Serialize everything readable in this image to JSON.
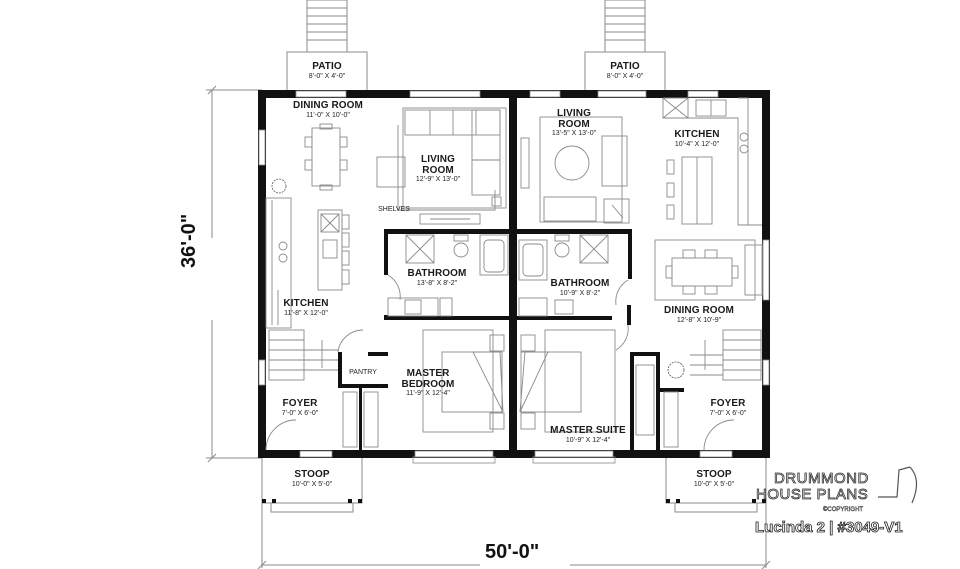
{
  "plan": {
    "name": "Lucinda 2",
    "number": "#3049-V1",
    "title_line": "Lucinda 2 | #3049-V1",
    "overall_width": "50'-0\"",
    "overall_depth": "36'-0\""
  },
  "brand": {
    "line1": "DRUMMOND",
    "line2": "HOUSE PLANS",
    "copyright": "©COPYRIGHT"
  },
  "left_unit": {
    "patio": {
      "name": "PATIO",
      "dim": "8'-0\" X 4'-0\""
    },
    "dining": {
      "name": "DINING ROOM",
      "dim": "11'-0\" X 10'-0\""
    },
    "living": {
      "name1": "LIVING",
      "name2": "ROOM",
      "dim": "12'-9\" X 13'-0\""
    },
    "shelves": "SHELVES",
    "bathroom": {
      "name": "BATHROOM",
      "dim": "13'-8\" X 8'-2\""
    },
    "kitchen": {
      "name": "KITCHEN",
      "dim": "11'-8\" X 12'-0\""
    },
    "pantry": "PANTRY",
    "master": {
      "name1": "MASTER",
      "name2": "BEDROOM",
      "dim": "11'-9\" X 12'-4\""
    },
    "foyer": {
      "name": "FOYER",
      "dim": "7'-0\" X 6'-0\""
    },
    "stoop": {
      "name": "STOOP",
      "dim": "10'-0\" X 5'-0\""
    }
  },
  "right_unit": {
    "patio": {
      "name": "PATIO",
      "dim": "8'-0\" X 4'-0\""
    },
    "living": {
      "name1": "LIVING",
      "name2": "ROOM",
      "dim": "13'-5\" X 13'-0\""
    },
    "kitchen": {
      "name": "KITCHEN",
      "dim": "10'-4\" X 12'-0\""
    },
    "bathroom": {
      "name": "BATHROOM",
      "dim": "10'-9\" X 8'-2\""
    },
    "dining": {
      "name": "DINING ROOM",
      "dim": "12'-8\" X 10'-9\""
    },
    "master": {
      "name": "MASTER SUITE",
      "dim": "10'-9\" X 12'-4\""
    },
    "foyer": {
      "name": "FOYER",
      "dim": "7'-0\" X 6'-0\""
    },
    "stoop": {
      "name": "STOOP",
      "dim": "10'-0\" X 5'-0\""
    }
  },
  "colors": {
    "wall": "#111111",
    "line": "#8a8a8a",
    "background": "#ffffff"
  }
}
